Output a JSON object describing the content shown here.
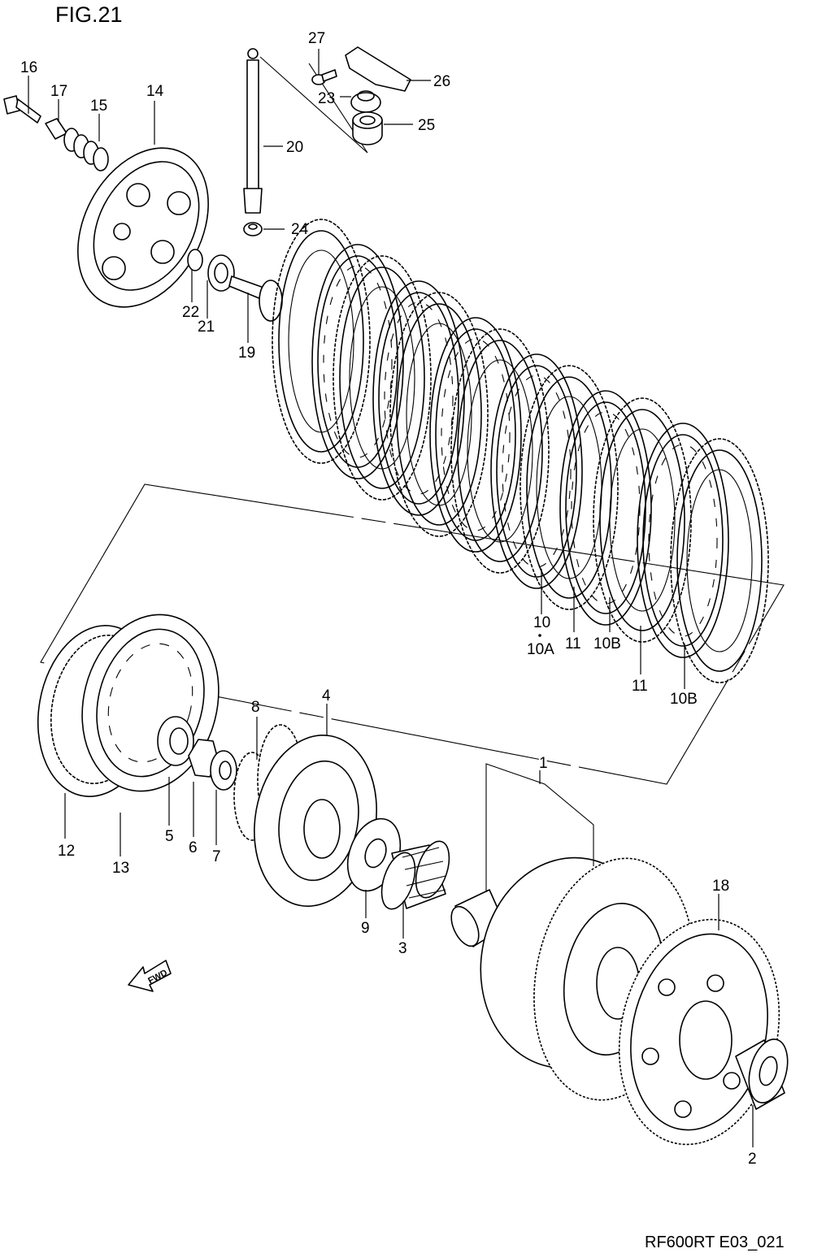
{
  "figure": {
    "title": "FIG.21",
    "drawing_code": "RF600RT E03_021",
    "direction_label": "FWD"
  },
  "parts": [
    {
      "id": "p1",
      "number": "1",
      "icon": "clutch-housing-icon"
    },
    {
      "id": "p2",
      "number": "2",
      "icon": "spacer-icon"
    },
    {
      "id": "p3",
      "number": "3",
      "icon": "needle-bearing-icon"
    },
    {
      "id": "p4",
      "number": "4",
      "icon": "clutch-hub-icon"
    },
    {
      "id": "p5",
      "number": "5",
      "icon": "nut-icon"
    },
    {
      "id": "p6",
      "number": "6",
      "icon": "lock-washer-icon"
    },
    {
      "id": "p7",
      "number": "7",
      "icon": "washer-icon"
    },
    {
      "id": "p8",
      "number": "8",
      "icon": "sleeve-hub-icon"
    },
    {
      "id": "p9",
      "number": "9",
      "icon": "thrust-washer-icon"
    },
    {
      "id": "p10",
      "number": "10",
      "icon": "drive-plate-icon"
    },
    {
      "id": "p10a",
      "number": "10A",
      "icon": "drive-plate-icon"
    },
    {
      "id": "p11a",
      "number": "11",
      "icon": "driven-plate-icon"
    },
    {
      "id": "p10b1",
      "number": "10B",
      "icon": "drive-plate-icon"
    },
    {
      "id": "p11b",
      "number": "11",
      "icon": "driven-plate-icon"
    },
    {
      "id": "p10b2",
      "number": "10B",
      "icon": "drive-plate-icon"
    },
    {
      "id": "p12",
      "number": "12",
      "icon": "drive-plate-icon"
    },
    {
      "id": "p13",
      "number": "13",
      "icon": "driven-plate-icon"
    },
    {
      "id": "p14",
      "number": "14",
      "icon": "pressure-plate-icon"
    },
    {
      "id": "p15",
      "number": "15",
      "icon": "spring-icon"
    },
    {
      "id": "p16",
      "number": "16",
      "icon": "bolt-icon"
    },
    {
      "id": "p17",
      "number": "17",
      "icon": "collar-icon"
    },
    {
      "id": "p18",
      "number": "18",
      "icon": "primary-driven-gear-icon"
    },
    {
      "id": "p19",
      "number": "19",
      "icon": "push-piece-icon"
    },
    {
      "id": "p20",
      "number": "20",
      "icon": "push-rod-icon"
    },
    {
      "id": "p21",
      "number": "21",
      "icon": "bearing-icon"
    },
    {
      "id": "p22",
      "number": "22",
      "icon": "washer-icon"
    },
    {
      "id": "p23",
      "number": "23",
      "icon": "oil-seal-icon"
    },
    {
      "id": "p24",
      "number": "24",
      "icon": "bearing-icon"
    },
    {
      "id": "p25",
      "number": "25",
      "icon": "bearing-icon"
    },
    {
      "id": "p26",
      "number": "26",
      "icon": "release-arm-icon"
    },
    {
      "id": "p27",
      "number": "27",
      "icon": "bolt-icon"
    }
  ]
}
